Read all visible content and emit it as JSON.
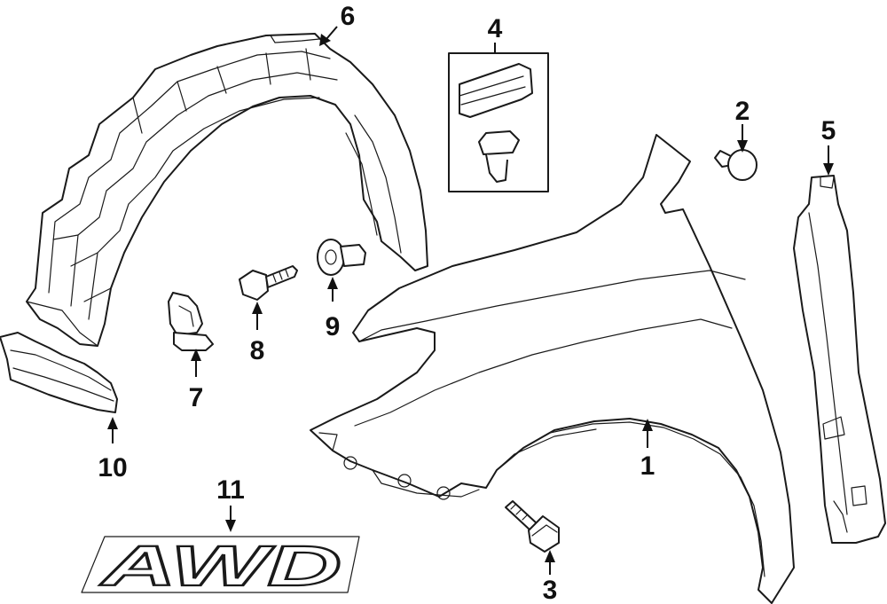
{
  "diagram": {
    "parts": [
      {
        "number": "1",
        "name": "fender"
      },
      {
        "number": "2",
        "name": "clip"
      },
      {
        "number": "3",
        "name": "bolt"
      },
      {
        "number": "4",
        "name": "clip-kit"
      },
      {
        "number": "5",
        "name": "fender-bracket"
      },
      {
        "number": "6",
        "name": "fender-liner"
      },
      {
        "number": "7",
        "name": "retainer"
      },
      {
        "number": "8",
        "name": "screw"
      },
      {
        "number": "9",
        "name": "nut"
      },
      {
        "number": "10",
        "name": "liner-extension"
      },
      {
        "number": "11",
        "name": "emblem"
      }
    ],
    "emblem_text": "AWD"
  }
}
